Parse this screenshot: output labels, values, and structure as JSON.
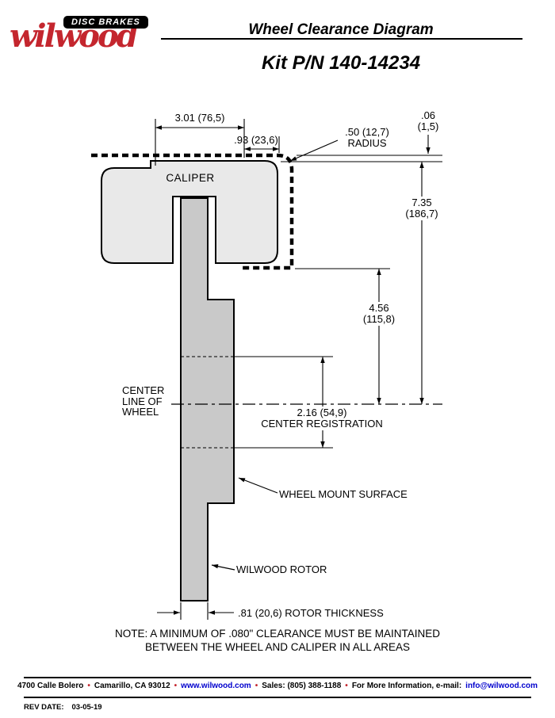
{
  "header": {
    "logo_badge": "DISC BRAKES",
    "logo_script": "wilwood",
    "title": "Wheel Clearance Diagram",
    "kit_number": "Kit P/N 140-14234"
  },
  "diagram": {
    "caliper_label": "CALIPER",
    "centerline_label_1": "CENTER",
    "centerline_label_2": "LINE OF",
    "centerline_label_3": "WHEEL",
    "wheel_mount_label": "WHEEL MOUNT SURFACE",
    "rotor_label": "WILWOOD ROTOR",
    "dims": {
      "top_width": "3.01 (76,5)",
      "caliper_overhang": ".93 (23,6)",
      "radius_value": ".50 (12,7)",
      "radius_word": "RADIUS",
      "gap_value": ".06",
      "gap_mm": "(1,5)",
      "wheel_depth_value": "7.35",
      "wheel_depth_mm": "(186,7)",
      "caliper_to_center_value": "4.56",
      "caliper_to_center_mm": "(115,8)",
      "center_reg_value": "2.16 (54,9)",
      "center_reg_label": "CENTER REGISTRATION",
      "rotor_thickness": ".81 (20,6) ROTOR THICKNESS"
    },
    "note_1": "NOTE: A MINIMUM OF .080\" CLEARANCE MUST BE MAINTAINED",
    "note_2": "BETWEEN THE WHEEL AND CALIPER IN ALL AREAS"
  },
  "footer": {
    "address": "4700 Calle Bolero",
    "city": "Camarillo, CA 93012",
    "website": "www.wilwood.com",
    "sales": "Sales: (805) 388-1188",
    "info_text": "For More Information, e-mail:",
    "email": "info@wilwood.com",
    "bullet": "•",
    "rev_label": "REV DATE:",
    "rev_date": "03-05-19"
  },
  "colors": {
    "brand_red": "#c4262e",
    "link_blue": "#0000cd",
    "caliper_fill": "#e9e9e9",
    "rotor_fill": "#c9c9c9"
  }
}
